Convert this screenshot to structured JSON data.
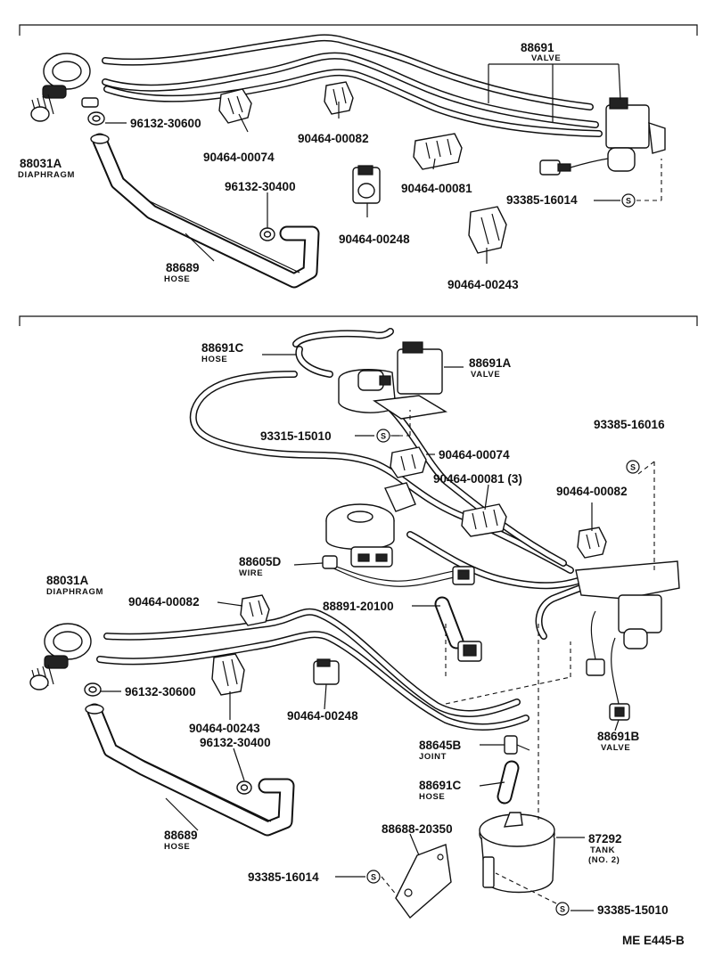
{
  "labels": [
    {
      "name": "p-88691-top",
      "text": "88691",
      "sub": "VALVE"
    },
    {
      "name": "p-88031a-top",
      "text": "88031A",
      "sub": "DIAPHRAGM"
    },
    {
      "name": "p-96132-30600-top",
      "text": "96132-30600"
    },
    {
      "name": "p-90464-00074-top",
      "text": "90464-00074"
    },
    {
      "name": "p-90464-00082-top",
      "text": "90464-00082"
    },
    {
      "name": "p-90464-00081-top",
      "text": "90464-00081"
    },
    {
      "name": "p-93385-16014-top",
      "text": "93385-16014"
    },
    {
      "name": "p-96132-30400-top",
      "text": "96132-30400"
    },
    {
      "name": "p-90464-00248-top",
      "text": "90464-00248"
    },
    {
      "name": "p-88689-top",
      "text": "88689",
      "sub": "HOSE"
    },
    {
      "name": "p-90464-00243-top",
      "text": "90464-00243"
    },
    {
      "name": "p-88691c-top",
      "text": "88691C",
      "sub": "HOSE"
    },
    {
      "name": "p-88691a",
      "text": "88691A",
      "sub": "VALVE"
    },
    {
      "name": "p-93315-15010",
      "text": "93315-15010"
    },
    {
      "name": "p-90464-00074-bot",
      "text": "90464-00074"
    },
    {
      "name": "p-93385-16016",
      "text": "93385-16016"
    },
    {
      "name": "p-90464-00081-3",
      "text": "90464-00081 (3)"
    },
    {
      "name": "p-90464-00082-bot-r",
      "text": "90464-00082"
    },
    {
      "name": "p-88605d",
      "text": "88605D",
      "sub": "WIRE"
    },
    {
      "name": "p-88031a-bot",
      "text": "88031A",
      "sub": "DIAPHRAGM"
    },
    {
      "name": "p-90464-00082-bot-l",
      "text": "90464-00082"
    },
    {
      "name": "p-88891-20100",
      "text": "88891-20100"
    },
    {
      "name": "p-96132-30600-bot",
      "text": "96132-30600"
    },
    {
      "name": "p-90464-00248-bot",
      "text": "90464-00248"
    },
    {
      "name": "p-90464-00243-bot",
      "text": "90464-00243"
    },
    {
      "name": "p-96132-30400-bot",
      "text": "96132-30400"
    },
    {
      "name": "p-88691b",
      "text": "88691B",
      "sub": "VALVE"
    },
    {
      "name": "p-88645b",
      "text": "88645B",
      "sub": "JOINT"
    },
    {
      "name": "p-88691c-bot",
      "text": "88691C",
      "sub": "HOSE"
    },
    {
      "name": "p-88689-bot",
      "text": "88689",
      "sub": "HOSE"
    },
    {
      "name": "p-88688-20350",
      "text": "88688-20350"
    },
    {
      "name": "p-87292",
      "text": "87292",
      "sub": "TANK",
      "sub2": "(NO. 2)"
    },
    {
      "name": "p-93385-16014-bot",
      "text": "93385-16014"
    },
    {
      "name": "p-93385-15010",
      "text": "93385-15010"
    }
  ],
  "screw_symbol": "S",
  "footer": {
    "code": "ME E445-B"
  },
  "colors": {
    "ink": "#111111",
    "paper": "#ffffff"
  }
}
